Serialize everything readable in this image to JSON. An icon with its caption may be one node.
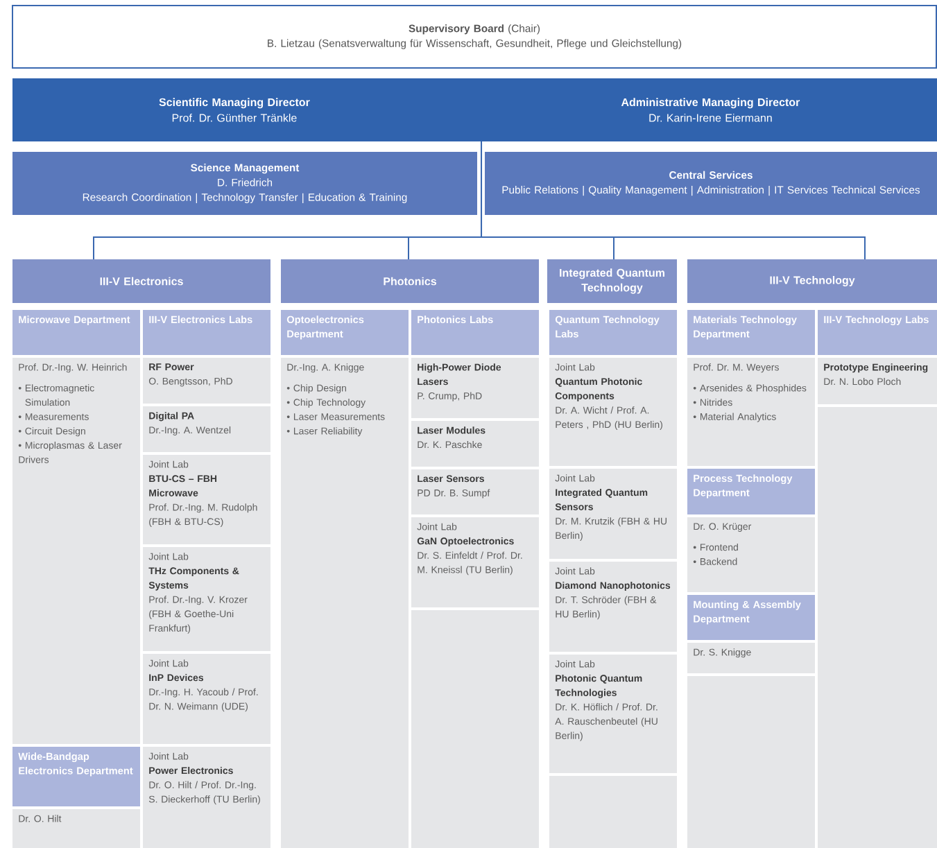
{
  "diagram": {
    "nodes": [
      {
        "text": [
          "**Supervisory Board** (Chair)",
          "B. Lietzau (Senatsverwaltung für Wissenschaft, Gesundheit, Pflege und Gleichstellung)"
        ]
      },
      {
        "text": [
          "Scientific Managing Director",
          "Prof. Dr. Günther Tränkle",
          "Administrative Managing Director",
          "Dr. Karin-Irene Eiermann"
        ]
      },
      {
        "text": [
          "Science Management",
          "D. Friedrich",
          "Research Coordination | Technology Transfer | Education & Training"
        ]
      },
      {
        "text": [
          "Central Services",
          "Public Relations | Quality Management | Administration | IT Services Technical Services"
        ]
      },
      {
        "text": [
          "III-V Electronics"
        ]
      },
      {
        "text": [
          "Photonics"
        ]
      },
      {
        "text": [
          "Integrated Quantum Technology"
        ]
      },
      {
        "text": [
          "III-V Technology"
        ]
      },
      {
        "text": [
          "Microwave Department"
        ]
      },
      {
        "text": [
          "III-V Electronics Labs"
        ]
      },
      {
        "text": [
          "Optoelectronics Department"
        ]
      },
      {
        "text": [
          "Photonics Labs"
        ]
      },
      {
        "text": [
          "Quantum Technology Labs"
        ]
      },
      {
        "text": [
          "Materials Technology Department"
        ]
      },
      {
        "text": [
          "III-V Technology Labs"
        ]
      },
      {
        "text": [
          "Prof. Dr.-Ing. W. Heinrich",
          "• Electromagnetic Simulation",
          "• Measurements",
          "• Circuit Design",
          "• Microplasmas & Laser Drivers"
        ]
      },
      {
        "text": [
          "Wide-Bandgap Electronics Department"
        ]
      },
      {
        "text": [
          "Dr. O. Hilt"
        ]
      },
      {
        "text": [
          "RF Power",
          "O. Bengtsson, PhD"
        ]
      },
      {
        "text": [
          "Digital PA",
          "Dr.-Ing. A. Wentzel"
        ]
      },
      {
        "text": [
          "Joint Lab",
          "BTU-CS – FBH Microwave",
          "Prof. Dr.-Ing. M. Rudolph (FBH & BTU-CS)"
        ]
      },
      {
        "text": [
          "Joint Lab",
          "THz Components & Systems",
          "Prof. Dr.-Ing. V. Krozer (FBH & Goethe-Uni Frankfurt)"
        ]
      },
      {
        "text": [
          "Joint Lab",
          "InP Devices",
          "Dr.-Ing. H. Yacoub / Prof. Dr. N. Weimann (UDE)"
        ]
      },
      {
        "text": [
          "Joint Lab",
          "Power Electronics",
          "Dr. O. Hilt / Prof. Dr.-Ing. S. Dieckerhoff (TU Berlin)"
        ]
      },
      {
        "text": [
          "Dr.-Ing. A. Knigge",
          "• Chip Design",
          "• Chip Technology",
          "• Laser Measurements",
          "• Laser Reliability"
        ]
      },
      {
        "text": [
          "High-Power Diode Lasers",
          "P. Crump, PhD"
        ]
      },
      {
        "text": [
          "Laser Modules",
          "Dr. K. Paschke"
        ]
      },
      {
        "text": [
          "Laser Sensors",
          "PD Dr. B. Sumpf"
        ]
      },
      {
        "text": [
          "Joint Lab",
          "GaN Optoelectronics",
          "Dr. S. Einfeldt / Prof. Dr. M. Kneissl (TU Berlin)"
        ]
      },
      {
        "text": [],
        "shape": "box"
      },
      {
        "text": [
          "Joint Lab",
          "Quantum Photonic Components",
          "Dr. A. Wicht / Prof. A. Peters , PhD (HU Berlin)"
        ]
      },
      {
        "text": [
          "Joint Lab",
          "Integrated Quantum Sensors",
          "Dr. M. Krutzik (FBH & HU Berlin)"
        ]
      },
      {
        "text": [
          "Joint Lab",
          "Diamond Nanophotonics",
          "Dr. T. Schröder (FBH & HU Berlin)"
        ]
      },
      {
        "text": [
          "Joint Lab",
          "Photonic Quantum Technologies",
          "Dr. K. Höflich / Prof. Dr. A. Rauschenbeutel (HU Berlin)"
        ]
      },
      {
        "text": [],
        "shape": "box"
      },
      {
        "text": [
          "Prof. Dr. M. Weyers",
          "• Arsenides & Phosphides",
          "• Nitrides",
          "• Material Analytics"
        ]
      },
      {
        "text": [
          "Process Technology Department"
        ]
      },
      {
        "text": [
          "Dr. O. Krüger",
          "• Frontend",
          "• Backend"
        ]
      },
      {
        "text": [
          "Mounting & Assembly Department"
        ]
      },
      {
        "text": [
          "Dr. S. Knigge"
        ]
      },
      {
        "text": [],
        "shape": "box"
      },
      {
        "text": [
          "Prototype Engineering",
          "Dr. N. Lobo Ploch"
        ]
      },
      {
        "text": [],
        "shape": "box"
      }
    ],
    "edges": [
      {
        "from": 1,
        "to": 4,
        "arrow": "none"
      },
      {
        "from": 1,
        "to": 5,
        "arrow": "none"
      },
      {
        "from": 1,
        "to": 6,
        "arrow": "none"
      },
      {
        "from": 1,
        "to": 7,
        "arrow": "none"
      }
    ]
  }
}
